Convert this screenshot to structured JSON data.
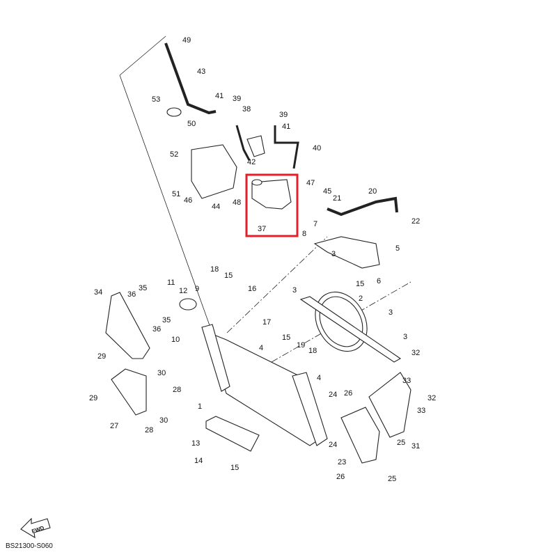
{
  "diagram": {
    "code": "BS21300-S060",
    "fwd_label": "FWD",
    "highlight_color": "#e3202a",
    "highlighted_part": "37",
    "callouts": [
      "49",
      "43",
      "53",
      "41",
      "39",
      "38",
      "39",
      "41",
      "50",
      "40",
      "52",
      "42",
      "47",
      "45",
      "20",
      "21",
      "51",
      "46",
      "44",
      "48",
      "37",
      "22",
      "7",
      "8",
      "5",
      "3",
      "18",
      "15",
      "6",
      "15",
      "16",
      "11",
      "12",
      "9",
      "35",
      "34",
      "36",
      "3",
      "2",
      "3",
      "35",
      "36",
      "17",
      "10",
      "4",
      "15",
      "19",
      "18",
      "3",
      "32",
      "29",
      "4",
      "33",
      "30",
      "28",
      "32",
      "24",
      "26",
      "29",
      "1",
      "33",
      "30",
      "27",
      "28",
      "13",
      "25",
      "31",
      "24",
      "23",
      "14",
      "15",
      "26",
      "25"
    ]
  }
}
